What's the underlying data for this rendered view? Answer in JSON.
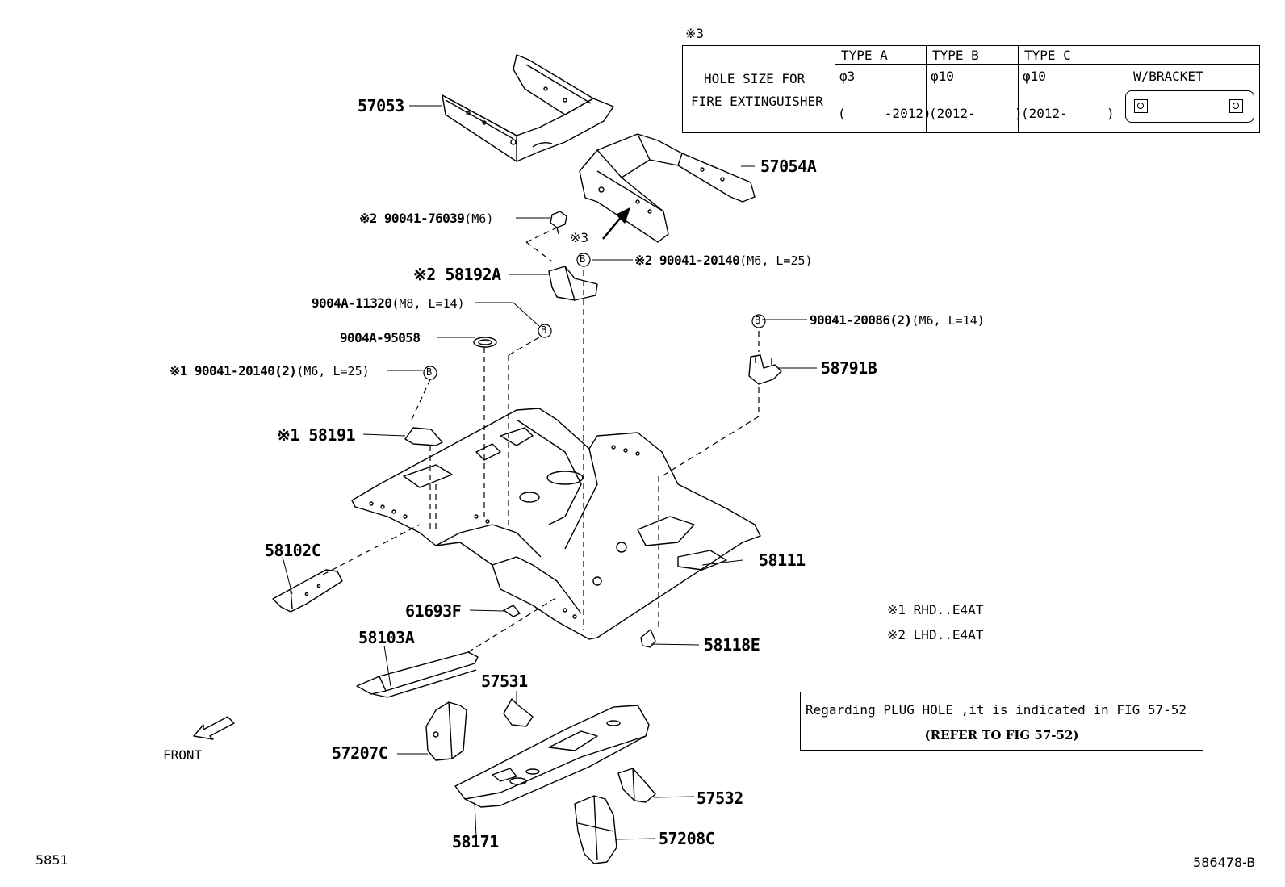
{
  "table": {
    "mark": "※3",
    "header_line1": "HOLE SIZE FOR",
    "header_line2": "FIRE EXTINGUISHER",
    "type_a": "TYPE A",
    "type_b": "TYPE B",
    "type_c": "TYPE C",
    "size_a": "φ3",
    "size_b": "φ10",
    "size_c": "φ10",
    "bracket": "W/BRACKET",
    "range_a": "(     -2012)",
    "range_b": "(2012-     )",
    "range_c": "(2012-     )"
  },
  "parts": {
    "p57053": "57053",
    "p57054a": "57054A",
    "p90041_76039": "※2 90041-76039",
    "p90041_76039_spec": "(M6)",
    "mark3": "※3",
    "p58192a": "※2 58192A",
    "p90041_20140_b": "※2 90041-20140",
    "p90041_20140_b_spec": "(M6, L=25)",
    "p9004a_11320": "9004A-11320",
    "p9004a_11320_spec": "(M8, L=14)",
    "p9004a_95058": "9004A-95058",
    "p90041_20140_a": "※1 90041-20140(2)",
    "p90041_20140_a_spec": "(M6, L=25)",
    "p90041_20086": "90041-20086(2)",
    "p90041_20086_spec": "(M6, L=14)",
    "p58791b": "58791B",
    "p58191": "※1 58191",
    "p58102c": "58102C",
    "p58111": "58111",
    "p61693f": "61693F",
    "p58103a": "58103A",
    "p58118e": "58118E",
    "p57531": "57531",
    "p57207c": "57207C",
    "p57532": "57532",
    "p58171": "58171",
    "p57208c": "57208C"
  },
  "callout_letter": "B",
  "notes": {
    "n1": "※1 RHD..E4AT",
    "n2": "※2 LHD..E4AT"
  },
  "plug_note": {
    "line1": "Regarding PLUG HOLE ,it is indicated in FIG 57-52",
    "line2": "(REFER TO FIG 57-52)"
  },
  "front_label": "FRONT",
  "footer": {
    "left": "5851",
    "right": "586478-B"
  }
}
